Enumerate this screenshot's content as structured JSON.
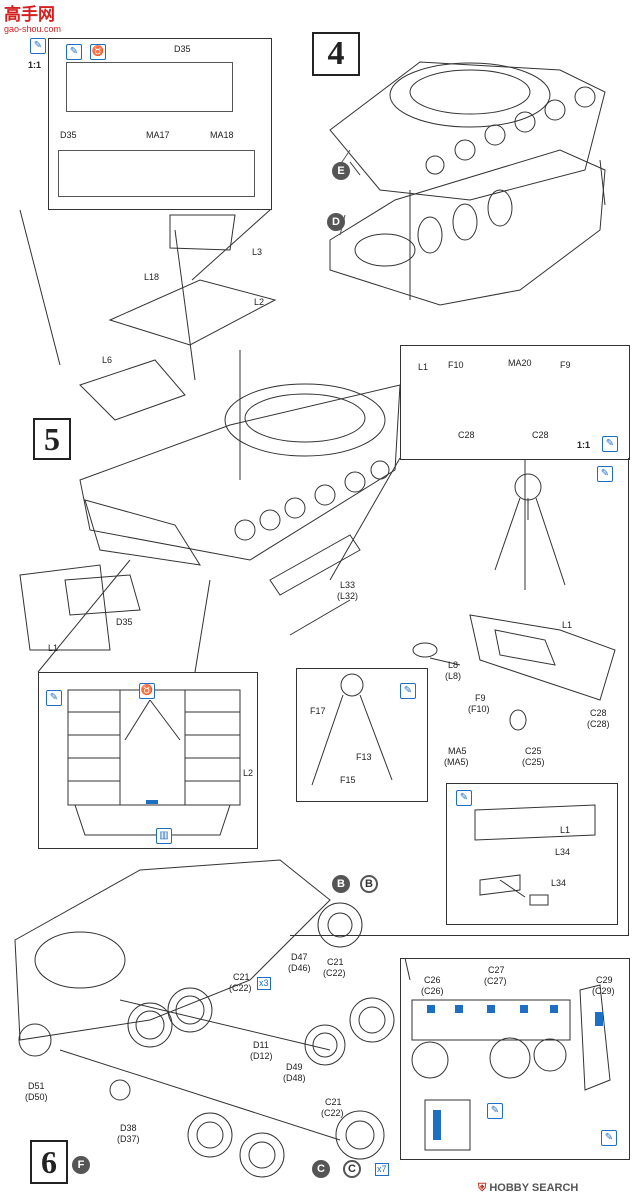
{
  "watermark": {
    "brand_top": "高手网",
    "brand_url": "gao-shou.com"
  },
  "footer": {
    "brand": "HOBBY SEARCH"
  },
  "steps": {
    "s4": "4",
    "s5": "5",
    "s6": "6"
  },
  "markers": {
    "B": "B",
    "C": "C",
    "D": "D",
    "E": "E",
    "F": "F"
  },
  "scale": {
    "one_to_one": "1:1"
  },
  "multipliers": {
    "x3": "x3",
    "x7": "x7"
  },
  "detail_top": {
    "labels": {
      "D35_top": "D35",
      "D35_bottom": "D35",
      "MA17": "MA17",
      "MA18": "MA18"
    }
  },
  "step5": {
    "labels": {
      "L3": "L3",
      "L18": "L18",
      "L2": "L2",
      "L6": "L6",
      "D35": "D35",
      "L1": "L1",
      "L33": "L33",
      "L32": "(L32)"
    }
  },
  "detail_right_top": {
    "labels": {
      "L1": "L1",
      "F10": "F10",
      "MA20": "MA20",
      "F9": "F9",
      "C28_left": "C28",
      "C28_right": "C28"
    }
  },
  "detail_assembly": {
    "labels": {
      "L1": "L1",
      "L8": "L8",
      "L8b": "(L8)",
      "F9": "F9",
      "F10": "(F10)",
      "C28": "C28",
      "C28b": "(C28)",
      "MA5": "MA5",
      "MA5b": "(MA5)",
      "C25": "C25",
      "C25b": "(C25)"
    }
  },
  "detail_stand": {
    "labels": {
      "F17": "F17",
      "F13": "F13",
      "F15": "F15"
    }
  },
  "detail_L2": {
    "labels": {
      "L2": "L2"
    }
  },
  "detail_L34": {
    "labels": {
      "L1": "L1",
      "L34_a": "L34",
      "L34_b": "L34"
    }
  },
  "step6": {
    "labels": {
      "D47": "D47",
      "D46": "(D46)",
      "C21_a": "C21",
      "C22_a": "(C22)",
      "C21_b": "C21",
      "C22_b": "(C22)",
      "D11": "D11",
      "D12": "(D12)",
      "D49": "D49",
      "D48": "(D48)",
      "C21_c": "C21",
      "C22_c": "(C22)",
      "D51": "D51",
      "D50": "(D50)",
      "D38": "D38",
      "D37": "(D37)"
    }
  },
  "detail_side": {
    "labels": {
      "C26": "C26",
      "C26b": "(C26)",
      "C27": "C27",
      "C27b": "(C27)",
      "C29": "C29",
      "C29b": "(C29)"
    }
  },
  "colors": {
    "accent_blue": "#1d6fc4",
    "line": "#333333"
  }
}
